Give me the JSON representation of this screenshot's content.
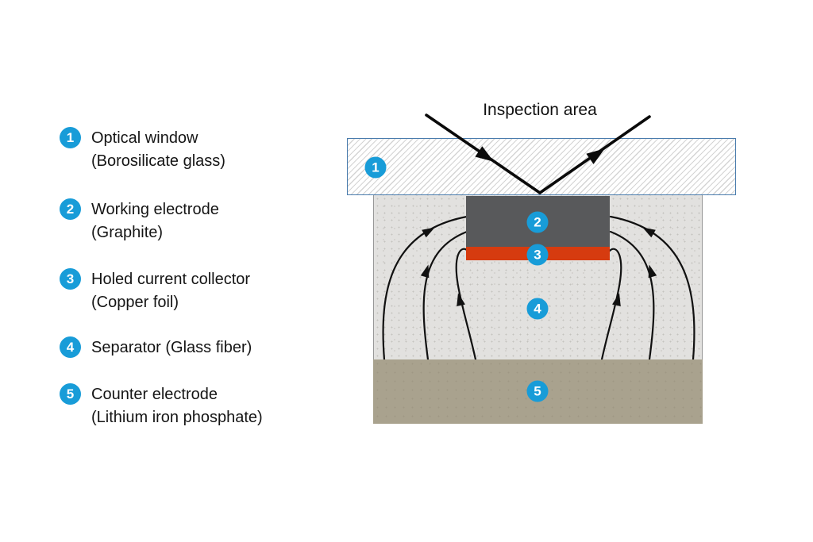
{
  "page": {
    "background": "#ffffff"
  },
  "legend": {
    "items": [
      {
        "number": "1",
        "title": "Optical window",
        "subtitle": "(Borosilicate glass)"
      },
      {
        "number": "2",
        "title": "Working electrode",
        "subtitle": "(Graphite)"
      },
      {
        "number": "3",
        "title": "Holed current collector",
        "subtitle": "(Copper foil)"
      },
      {
        "number": "4",
        "title": "Separator (Glass fiber)",
        "subtitle": ""
      },
      {
        "number": "5",
        "title": "Counter electrode",
        "subtitle": "(Lithium iron phosphate)"
      }
    ]
  },
  "diagram": {
    "inspection_label": "Inspection area",
    "badges": {
      "optical_window": "1",
      "working_electrode": "2",
      "current_collector": "3",
      "separator": "4",
      "counter_electrode": "5"
    },
    "colors": {
      "badge_blue": "#189cd8",
      "window_border": "#4a7cad",
      "working_electrode_gray": "#58595b",
      "current_collector_orange": "#d63b0f",
      "separator_gray": "#e2e1df",
      "counter_electrode_tan": "#a9a28e",
      "line_black": "#111111"
    }
  }
}
